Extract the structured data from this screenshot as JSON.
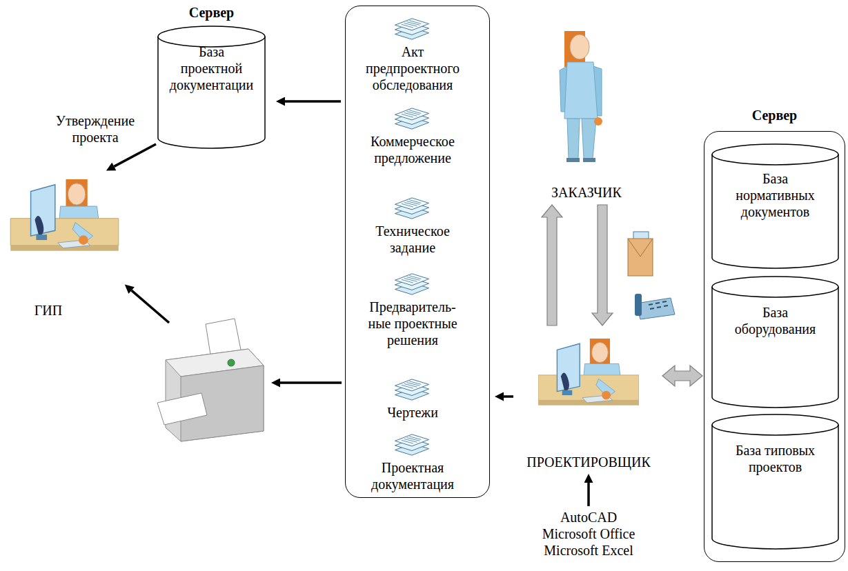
{
  "diagram": {
    "nodes": [
      {
        "text": [
          "Сервер",
          "База проектной документации"
        ]
      },
      {
        "text": []
      },
      {
        "text": [
          "Акт предпроектного обследования"
        ],
        "in": 1
      },
      {
        "text": [
          "Коммерческое предложение"
        ],
        "in": 1
      },
      {
        "text": [
          "Техническое задание"
        ],
        "in": 1
      },
      {
        "text": [
          "Предваритель- ные проектные решения"
        ],
        "in": 1
      },
      {
        "text": [
          "Чертежи"
        ],
        "in": 1
      },
      {
        "text": [
          "Проектная документация"
        ],
        "in": 1
      },
      {
        "text": [
          "ЗАКАЗЧИК"
        ]
      },
      {
        "text": [
          "Сервер"
        ]
      },
      {
        "text": [
          "База нормативных документов"
        ],
        "in": 9
      },
      {
        "text": [
          "База оборудования"
        ],
        "in": 9
      },
      {
        "text": [
          "База типовых проектов"
        ],
        "in": 9
      },
      {
        "text": [
          "ГИП"
        ]
      },
      {
        "text": [
          "ПРОЕКТИРОВЩИК"
        ]
      }
    ],
    "edges": [
      {
        "from": 1,
        "to": 0,
        "arrow": "to"
      },
      {
        "from": 0,
        "to": 13,
        "arrow": "to",
        "label": "Утверждение проекта"
      },
      {
        "from": 14,
        "to": 1,
        "arrow": "to"
      },
      {
        "from": 14,
        "to": 8,
        "arrow": "to"
      },
      {
        "from": 8,
        "to": 14,
        "arrow": "to"
      },
      {
        "from": 14,
        "to": 9,
        "arrow": "both"
      }
    ],
    "labels": [
      "AutoCAD",
      "Microsoft Office",
      "Microsoft Excel"
    ]
  }
}
